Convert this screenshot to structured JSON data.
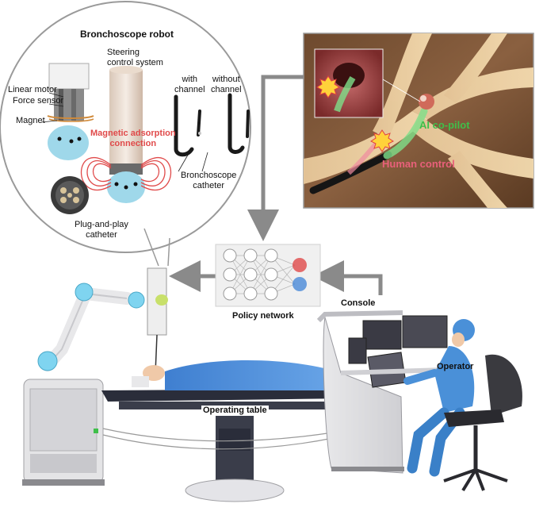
{
  "robot": {
    "title": "Bronchoscope robot",
    "steering": "Steering\ncontrol system",
    "with_channel": "with\nchannel",
    "without_channel": "without\nchannel",
    "linear_motor": "Linear motor",
    "force_sensor": "Force sensor",
    "magnet": "Magnet",
    "magnetic": "Magnetic adsorption\nconnection",
    "bronchoscope_catheter": "Bronchoscope\ncatheter",
    "plug_play": "Plug-and-play\ncatheter"
  },
  "airway": {
    "ai_copilot": "AI co-pilot",
    "human_control": "Human control"
  },
  "policy": {
    "label": "Policy network"
  },
  "console": {
    "label": "Console",
    "operator": "Operator"
  },
  "table": {
    "label": "Operating table"
  },
  "colors": {
    "arrow": "#8a8a8a",
    "red_label": "#e04a4a",
    "green_label": "#3fbf4a",
    "pink_label": "#e8607a",
    "drape": "#4d8fdc",
    "robot_joint": "#7fd4f0"
  }
}
